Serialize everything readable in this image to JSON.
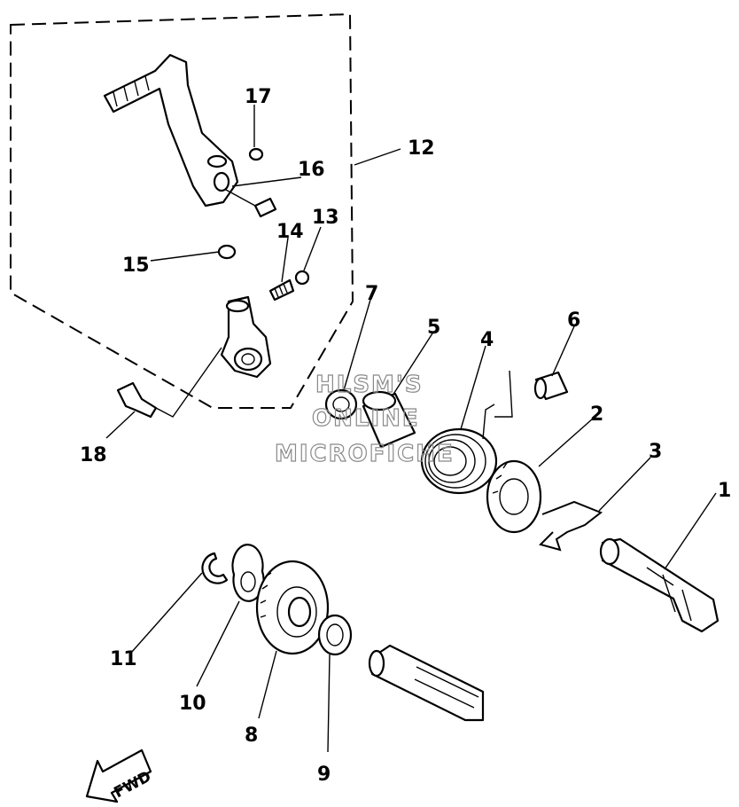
{
  "diagram": {
    "callouts": [
      {
        "id": "1",
        "label": "1"
      },
      {
        "id": "2",
        "label": "2"
      },
      {
        "id": "3",
        "label": "3"
      },
      {
        "id": "4",
        "label": "4"
      },
      {
        "id": "5",
        "label": "5"
      },
      {
        "id": "6",
        "label": "6"
      },
      {
        "id": "7",
        "label": "7"
      },
      {
        "id": "8",
        "label": "8"
      },
      {
        "id": "9",
        "label": "9"
      },
      {
        "id": "10",
        "label": "10"
      },
      {
        "id": "11",
        "label": "11"
      },
      {
        "id": "12",
        "label": "12"
      },
      {
        "id": "13",
        "label": "13"
      },
      {
        "id": "14",
        "label": "14"
      },
      {
        "id": "15",
        "label": "15"
      },
      {
        "id": "16",
        "label": "16"
      },
      {
        "id": "17",
        "label": "17"
      },
      {
        "id": "18",
        "label": "18"
      }
    ],
    "watermark": {
      "line1": "HLSM'S",
      "line2": "ONLINE",
      "line3": "MICROFICHE"
    },
    "direction_arrow": "FWD"
  }
}
